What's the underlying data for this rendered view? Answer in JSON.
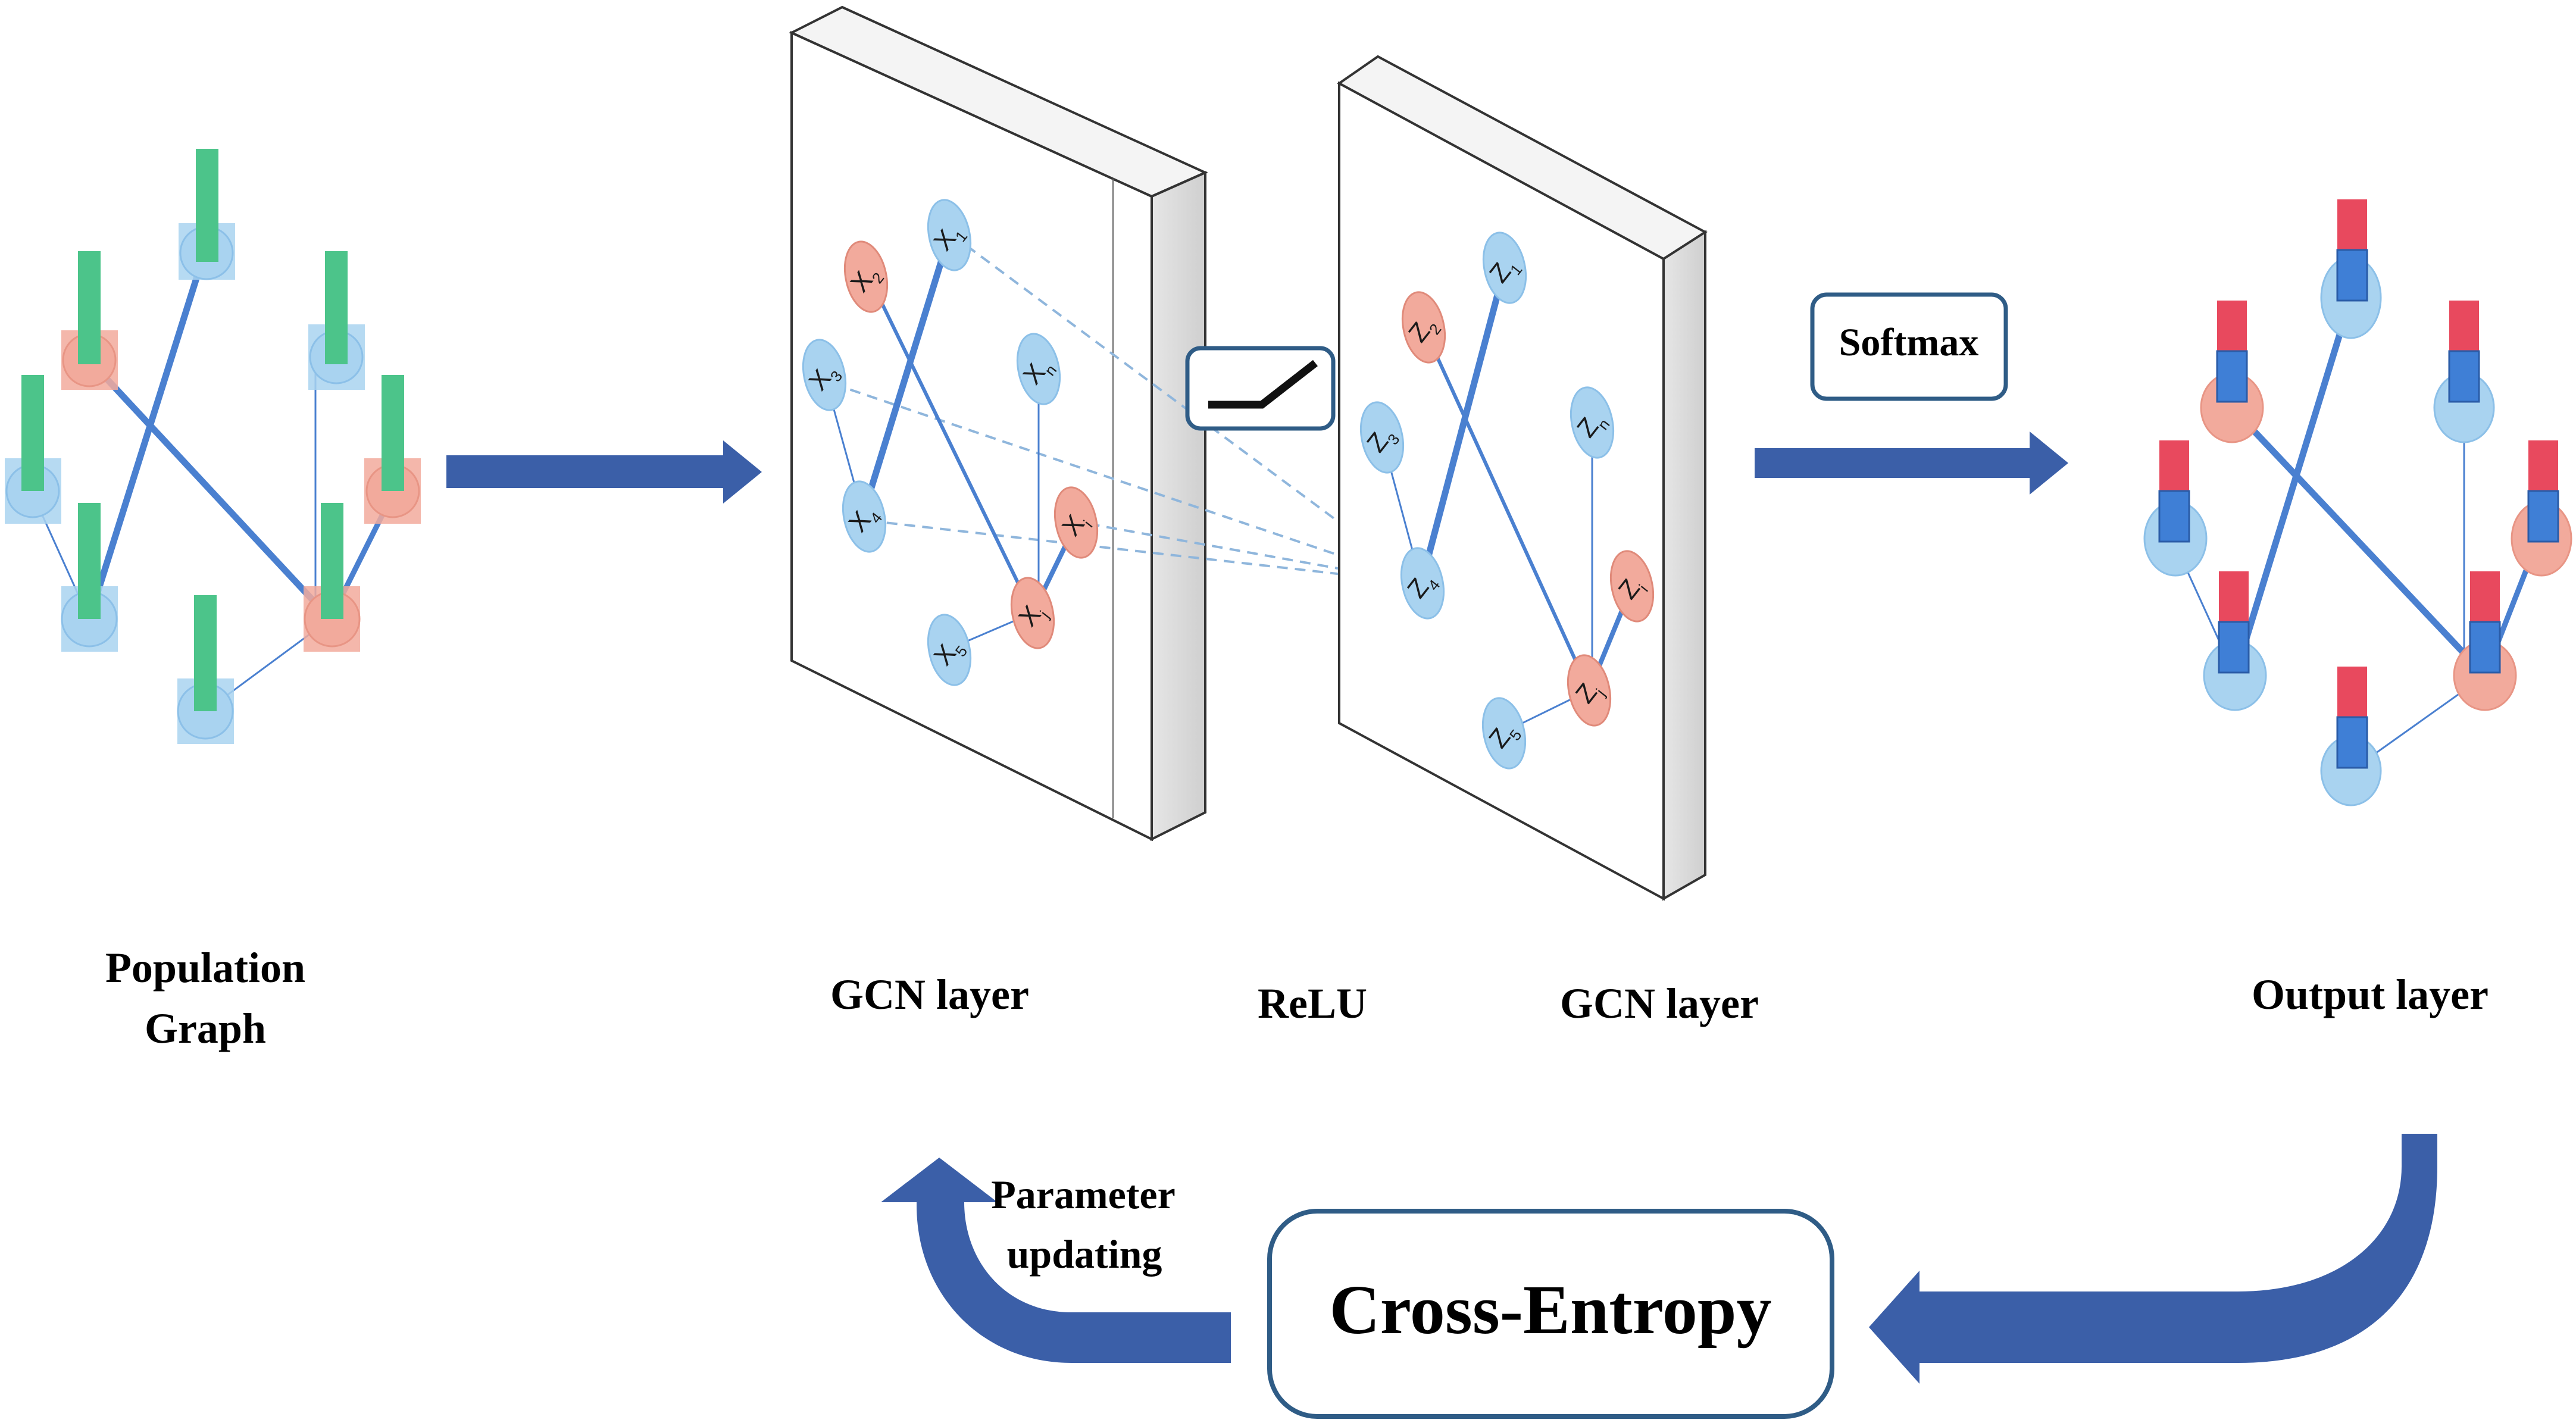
{
  "labels": {
    "population_line1": "Population",
    "population_line2": "Graph",
    "gcn_layer_1": "GCN layer",
    "relu": "ReLU",
    "gcn_layer_2": "GCN layer",
    "output_layer": "Output layer",
    "softmax": "Softmax",
    "parameter_line1": "Parameter",
    "parameter_line2": "updating",
    "cross_entropy": "Cross-Entropy"
  },
  "gcn1_nodes": [
    {
      "id": "x1",
      "letter": "X",
      "sub": "1",
      "color": "blue"
    },
    {
      "id": "x2",
      "letter": "X",
      "sub": "2",
      "color": "red"
    },
    {
      "id": "x3",
      "letter": "X",
      "sub": "3",
      "color": "blue"
    },
    {
      "id": "xn",
      "letter": "X",
      "sub": "n",
      "color": "blue"
    },
    {
      "id": "x4",
      "letter": "X",
      "sub": "4",
      "color": "blue"
    },
    {
      "id": "xi",
      "letter": "X",
      "sub": "i",
      "color": "red"
    },
    {
      "id": "xj",
      "letter": "X",
      "sub": "j",
      "color": "red"
    },
    {
      "id": "x5",
      "letter": "X",
      "sub": "5",
      "color": "blue"
    }
  ],
  "gcn2_nodes": [
    {
      "id": "z1",
      "letter": "Z",
      "sub": "1",
      "color": "blue"
    },
    {
      "id": "z2",
      "letter": "Z",
      "sub": "2",
      "color": "red"
    },
    {
      "id": "z3",
      "letter": "Z",
      "sub": "3",
      "color": "blue"
    },
    {
      "id": "zn",
      "letter": "Z",
      "sub": "n",
      "color": "blue"
    },
    {
      "id": "z4",
      "letter": "Z",
      "sub": "4",
      "color": "blue"
    },
    {
      "id": "zi",
      "letter": "Z",
      "sub": "i",
      "color": "red"
    },
    {
      "id": "zj",
      "letter": "Z",
      "sub": "j",
      "color": "red"
    },
    {
      "id": "z5",
      "letter": "Z",
      "sub": "5",
      "color": "blue"
    }
  ],
  "colors": {
    "arrow": "#3b5fa8",
    "node_blue": "#a9d3f0",
    "node_red": "#f2aa9c",
    "bar_green": "#4cc48a",
    "bar_red": "#e8495e",
    "bar_blue": "#3f7fd6",
    "edge": "#4a80d0",
    "box_border": "#2f5c86"
  }
}
